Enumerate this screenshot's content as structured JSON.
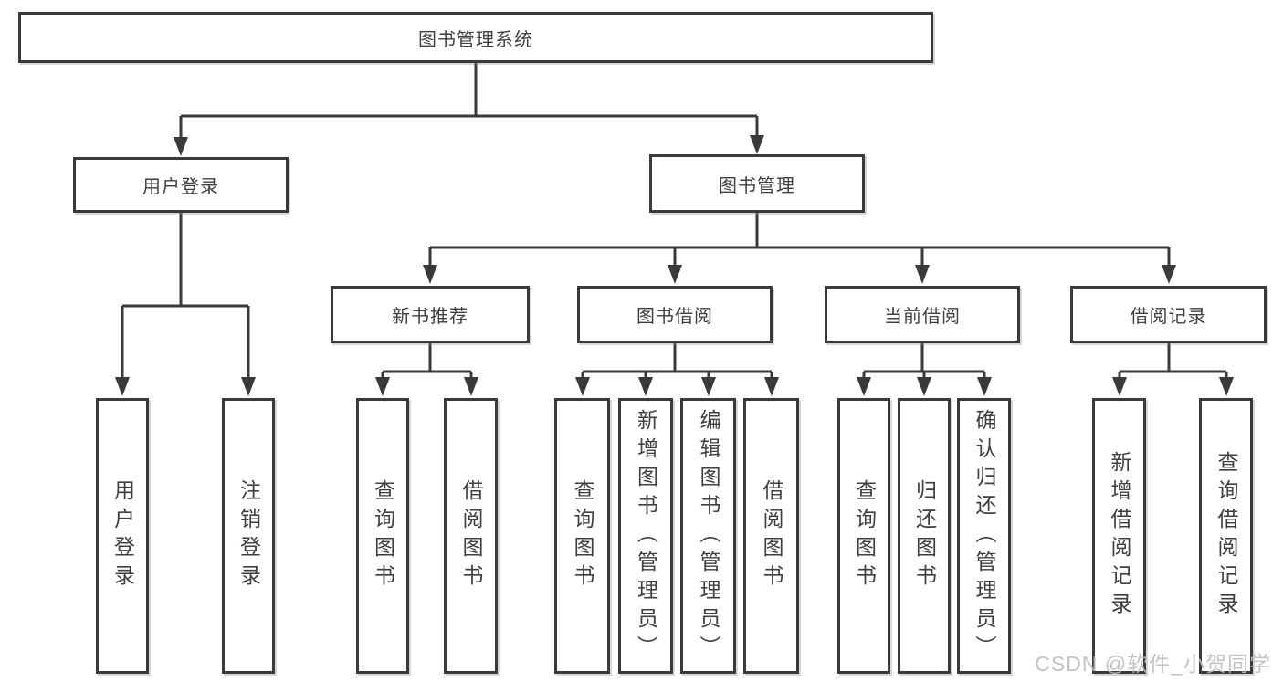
{
  "diagram": {
    "colors": {
      "line": "#3a3a3a",
      "text": "#3f3f3f",
      "watermark": "#bdbdbd",
      "bg": "#ffffff"
    },
    "watermark": "CSDN @软件_小贺同学",
    "root": {
      "label": "图书管理系统",
      "children": [
        {
          "label": "用户登录",
          "children": [
            {
              "label": "用户登录"
            },
            {
              "label": "注销登录"
            }
          ]
        },
        {
          "label": "图书管理",
          "children": [
            {
              "label": "新书推荐",
              "children": [
                {
                  "label": "查询图书"
                },
                {
                  "label": "借阅图书"
                }
              ]
            },
            {
              "label": "图书借阅",
              "children": [
                {
                  "label": "查询图书"
                },
                {
                  "label": "新增图书（管理员）"
                },
                {
                  "label": "编辑图书（管理员）"
                },
                {
                  "label": "借阅图书"
                }
              ]
            },
            {
              "label": "当前借阅",
              "children": [
                {
                  "label": "查询图书"
                },
                {
                  "label": "归还图书"
                },
                {
                  "label": "确认归还（管理员）"
                }
              ]
            },
            {
              "label": "借阅记录",
              "children": [
                {
                  "label": "新增借阅记录"
                },
                {
                  "label": "查询借阅记录"
                }
              ]
            }
          ]
        }
      ]
    }
  }
}
